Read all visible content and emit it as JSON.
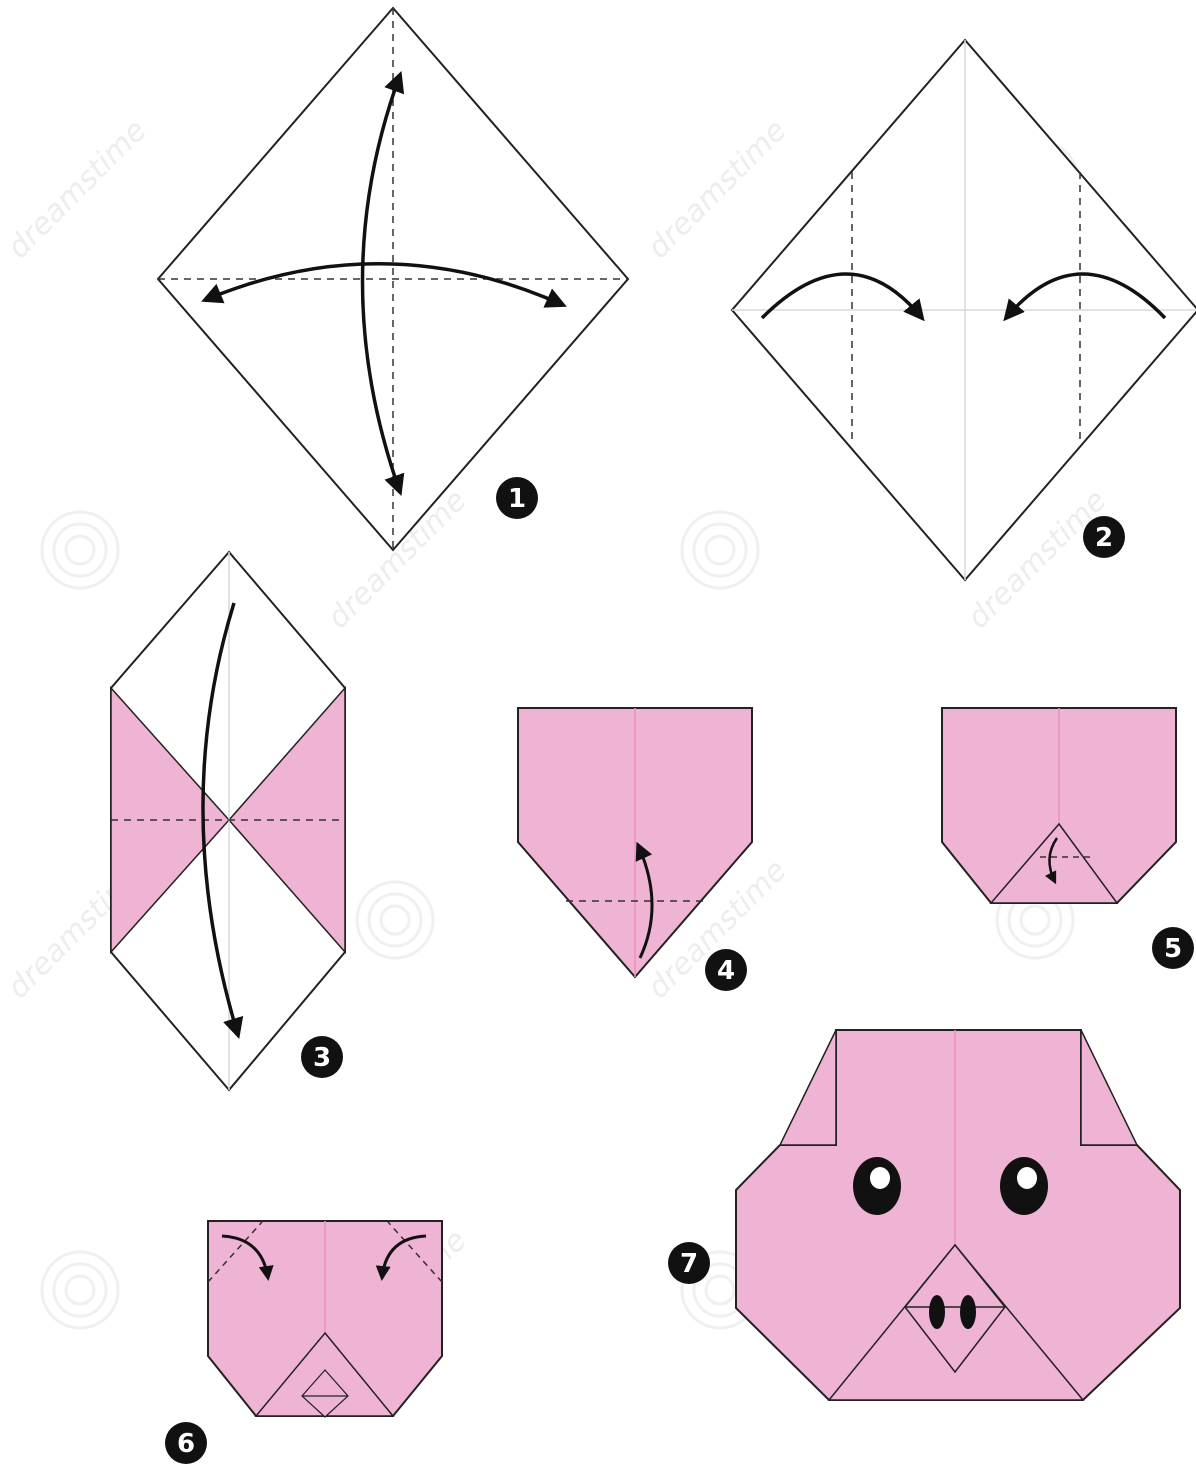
{
  "colors": {
    "paper_pink": "#efb3d3",
    "outline": "#222222",
    "crease": "#f08fc0",
    "light_crease": "#d8d8d8",
    "badge": "#111111",
    "watermark": "#dedede"
  },
  "steps": [
    {
      "number": "1",
      "description_icon": "square-diagonal-fold-icon"
    },
    {
      "number": "2",
      "description_icon": "side-corners-fold-icon"
    },
    {
      "number": "3",
      "description_icon": "fold-down-icon"
    },
    {
      "number": "4",
      "description_icon": "fold-up-tip-icon"
    },
    {
      "number": "5",
      "description_icon": "fold-tip-down-icon"
    },
    {
      "number": "6",
      "description_icon": "fold-ears-icon"
    },
    {
      "number": "7",
      "description_icon": "pig-face-icon"
    }
  ],
  "watermark": "dreamstime"
}
